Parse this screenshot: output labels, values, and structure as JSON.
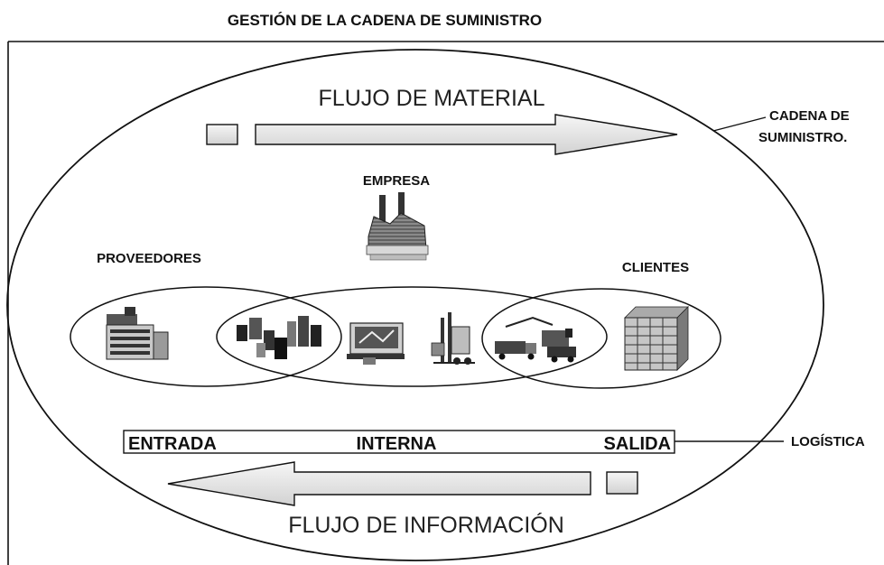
{
  "diagram": {
    "title": "GESTIÓN DE LA CADENA DE SUMINISTRO",
    "material_flow_label": "FLUJO DE MATERIAL",
    "information_flow_label": "FLUJO DE INFORMACIÓN",
    "supply_chain_label_line1": "CADENA DE",
    "supply_chain_label_line2": "SUMINISTRO.",
    "company_label": "EMPRESA",
    "suppliers_label": "PROVEEDORES",
    "customers_label": "CLIENTES",
    "logistics_label": "LOGÍSTICA",
    "logistics_inbound": "ENTRADA",
    "logistics_internal": "INTERNA",
    "logistics_outbound": "SALIDA",
    "icons": [
      "factory-icon",
      "office-building-icon",
      "boxes-icon",
      "computer-desk-icon",
      "forklift-icon",
      "delivery-trucks-icon",
      "warehouse-building-icon"
    ]
  }
}
